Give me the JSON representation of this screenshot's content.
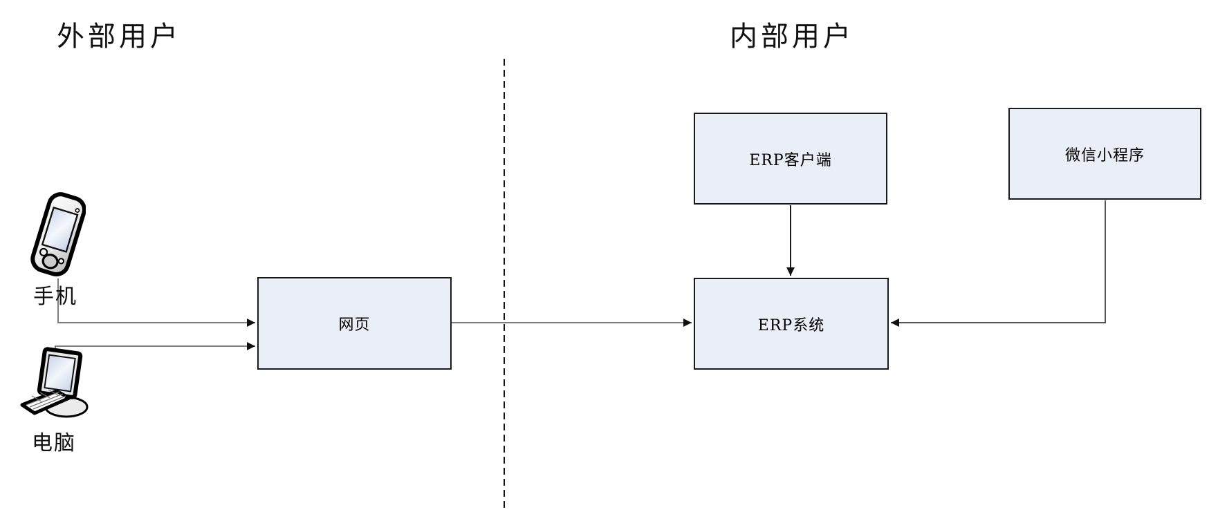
{
  "diagram": {
    "titles": {
      "external": "外部用户",
      "internal": "内部用户"
    },
    "devices": {
      "phone": {
        "label": "手机",
        "icon": "pda-phone-icon"
      },
      "computer": {
        "label": "电脑",
        "icon": "desktop-computer-icon"
      }
    },
    "nodes": {
      "webpage": {
        "label": "网页"
      },
      "erp_client": {
        "label": "ERP客户端"
      },
      "wechat_miniprogram": {
        "label": "微信小程序"
      },
      "erp_system": {
        "label": "ERP系统"
      }
    },
    "edges": [
      {
        "from": "手机",
        "to": "网页",
        "style": "arrow"
      },
      {
        "from": "电脑",
        "to": "网页",
        "style": "arrow"
      },
      {
        "from": "网页",
        "to": "ERP系统",
        "style": "arrow"
      },
      {
        "from": "ERP客户端",
        "to": "ERP系统",
        "style": "arrow"
      },
      {
        "from": "微信小程序",
        "to": "ERP系统",
        "style": "arrow"
      }
    ],
    "divider": {
      "orientation": "vertical",
      "style": "dashed"
    },
    "colors": {
      "background": "#ffffff",
      "node_fill": "#e9eef7",
      "node_border": "#1a1a1a",
      "connector_gray": "#7d7d7d",
      "connector_black": "#1a1a1a",
      "text": "#000000"
    }
  }
}
